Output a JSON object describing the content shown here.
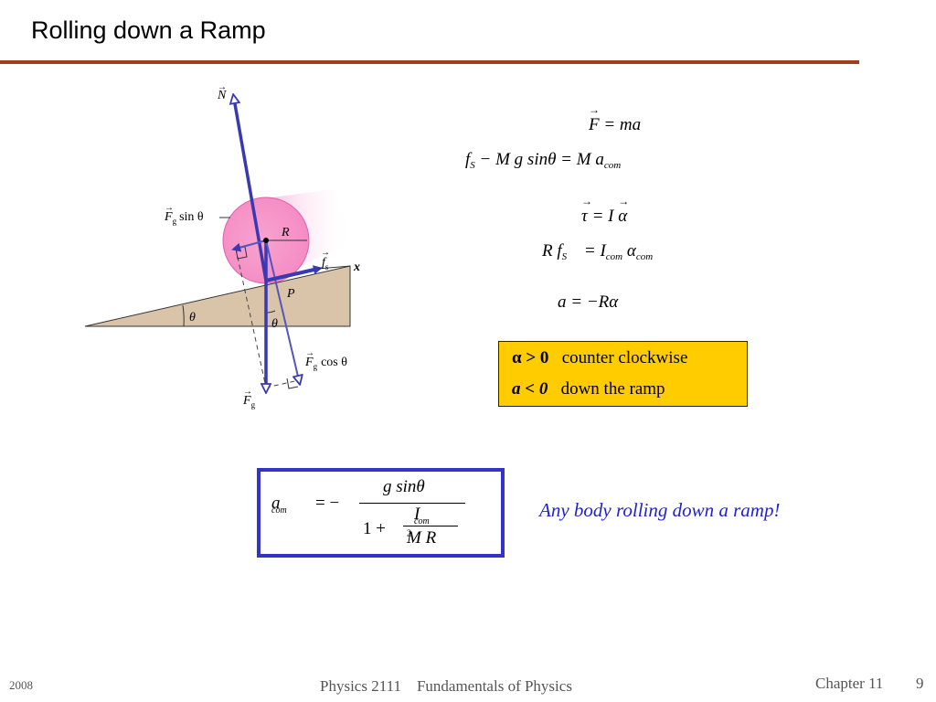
{
  "slide": {
    "title": "Rolling down a Ramp"
  },
  "diagram": {
    "labels": {
      "normal": "N",
      "radius": "R",
      "axis_x": "x",
      "contact_point": "P",
      "angle_ramp": "θ",
      "angle_weight": "θ",
      "fg_sin_base": "F",
      "fg_sin_sub": "g",
      "fg_sin_text": "sin θ",
      "fs_base": "f",
      "fs_sub": "s",
      "fg_cos_base": "F",
      "fg_cos_sub": "g",
      "fg_cos_text": "cos  θ",
      "fg_base": "F",
      "fg_sub": "g"
    }
  },
  "equations": {
    "newton": {
      "lhs": "F",
      "rhs": "= ma"
    },
    "translation": {
      "left": "f",
      "left_sub": "S",
      "middle": "− M  g  sinθ  =  M a",
      "right_sub": "com"
    },
    "torque": {
      "lhs": "τ",
      "eq": "=  I",
      "alpha": "α"
    },
    "rotation": {
      "left": "R  f",
      "left_sub": "S",
      "eq": "=  I",
      "sub1": "com",
      "alpha": "α",
      "sub2": "com"
    },
    "rolling": {
      "text": "a   = −Rα"
    }
  },
  "conditions": {
    "line1": {
      "symbol": "α  >  0",
      "text": "counter clockwise"
    },
    "line2": {
      "symbol": "a  <  0",
      "text": "down the ramp"
    }
  },
  "result": {
    "lhs": "a",
    "lhs_sub": "com",
    "eq": "=  −",
    "numerator": "g  sinθ",
    "denom_one": "1 +",
    "inner_num": "I",
    "inner_num_sub": "com",
    "inner_den": "M R",
    "inner_den_sup": "2",
    "note": "Any body rolling down a ramp!"
  },
  "footer": {
    "year": "2008",
    "course": "Physics 2111    Fundamentals of Physics",
    "chapter": "Chapter 11",
    "page": "9"
  },
  "colors": {
    "title_rule": "#a0401a",
    "condition_box": "#ffcc00",
    "formula_border": "#3333cc",
    "vector": "#3a3ab0",
    "ramp": "#d9c4aa",
    "wheel": "#f7a3d0"
  }
}
